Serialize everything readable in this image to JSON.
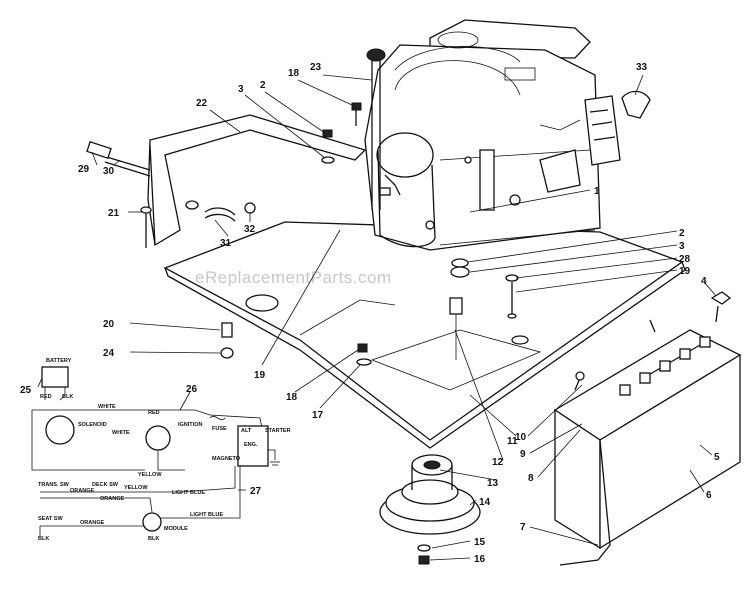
{
  "watermark": "eReplacementParts.com",
  "callouts": {
    "c1": "1",
    "c2a": "2",
    "c2b": "2",
    "c3a": "3",
    "c3b": "3",
    "c4": "4",
    "c5": "5",
    "c6": "6",
    "c7": "7",
    "c8": "8",
    "c9": "9",
    "c10": "10",
    "c11": "11",
    "c12": "12",
    "c13": "13",
    "c14": "14",
    "c15": "15",
    "c16": "16",
    "c17": "17",
    "c18a": "18",
    "c18b": "18",
    "c19a": "19",
    "c19b": "19",
    "c20": "20",
    "c21": "21",
    "c22": "22",
    "c23": "23",
    "c24": "24",
    "c25": "25",
    "c26": "26",
    "c27": "27",
    "c28": "28",
    "c29": "29",
    "c30": "30",
    "c31": "31",
    "c32": "32",
    "c33": "33"
  },
  "wiring": {
    "battery": "BATTERY",
    "red_bat": "RED",
    "blk_bat": "BLK",
    "white": "WHITE",
    "red_top": "RED",
    "solenoid": "SOLENOID",
    "white2": "WHITE",
    "ignition": "IGNITION",
    "fuse": "FUSE",
    "alt": "ALT",
    "starter": "STARTER",
    "eng": "ENG.",
    "magneto": "MAGNETO",
    "yellow1": "YELLOW",
    "trans_sw": "TRANS. SW",
    "orange1": "ORANGE",
    "deck_sw": "DECK SW",
    "yellow2": "YELLOW",
    "orange2": "ORANGE",
    "light_blue1": "LIGHT BLUE",
    "seat_sw": "SEAT SW",
    "orange3": "ORANGE",
    "light_blue2": "LIGHT BLUE",
    "module": "MODULE",
    "blk_bottom": "BLK",
    "blk_seat": "BLK"
  }
}
